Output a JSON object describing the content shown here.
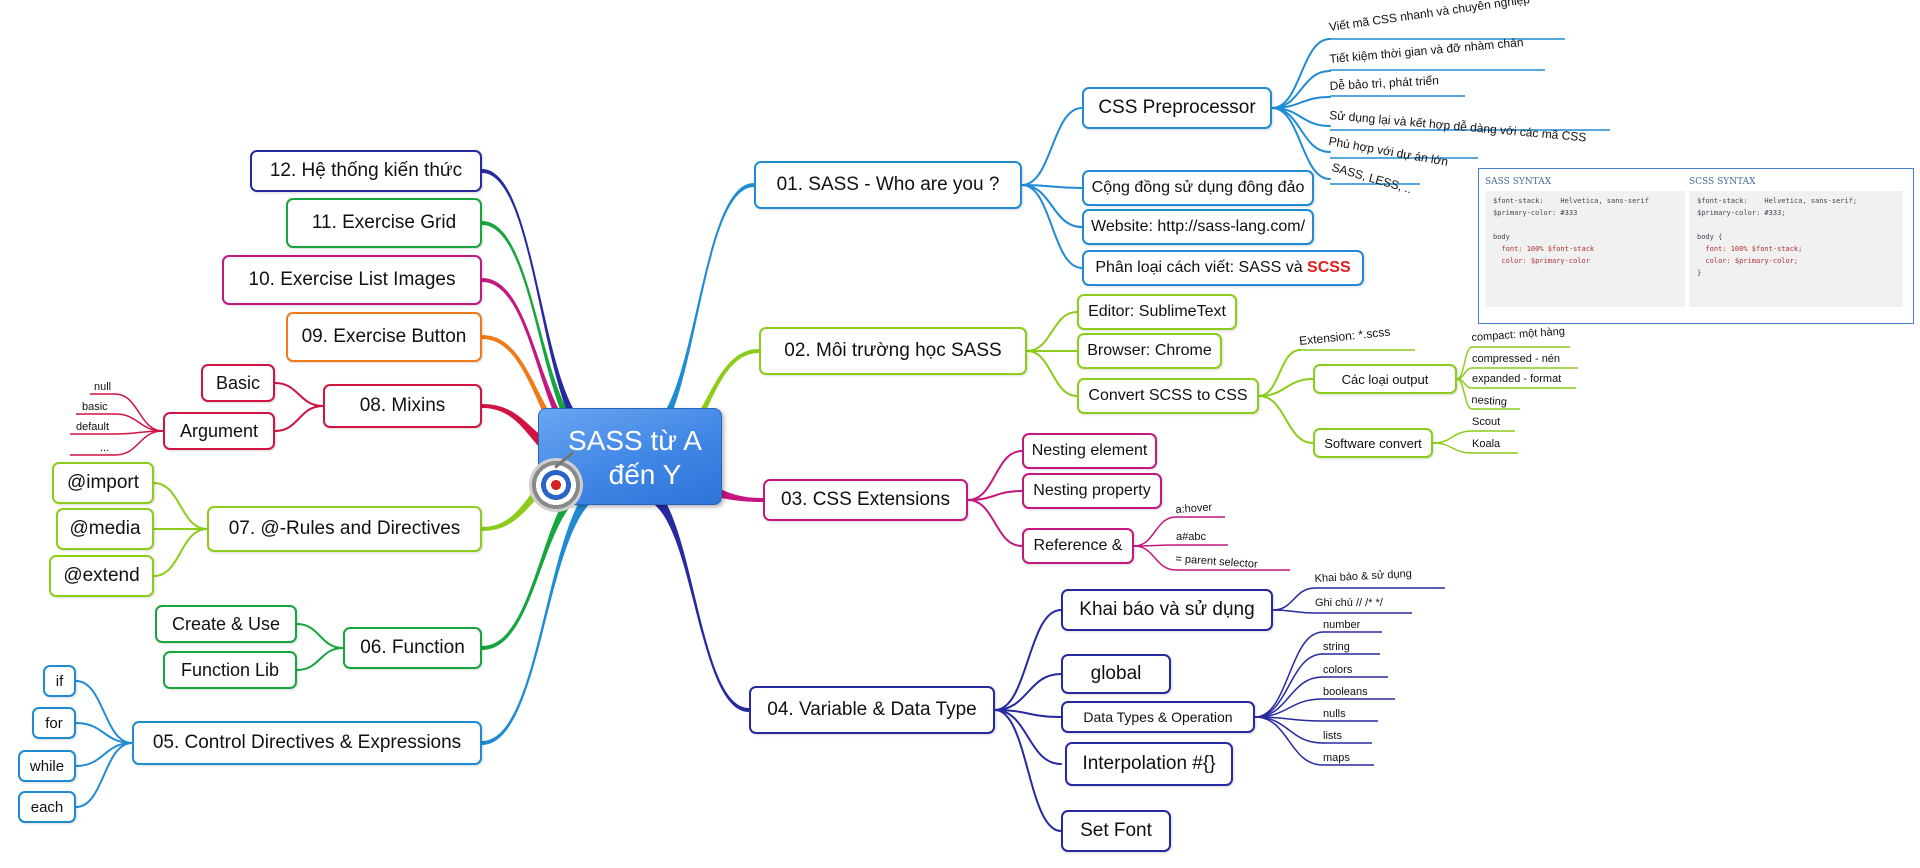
{
  "center": {
    "line1": "SASS từ A",
    "line2": "đến Y",
    "icon": "target-icon"
  },
  "colors": {
    "b01": "#1f8bd2",
    "b02": "#8ccc1a",
    "b03": "#c4177f",
    "b04": "#2629a0",
    "b05": "#1f8bd2",
    "b06": "#17a53d",
    "b07": "#8ccc1a",
    "b08": "#cf1442",
    "b09": "#f07a1a",
    "b10": "#c4177f",
    "b11": "#17a53d",
    "b12": "#2629a0"
  },
  "right": {
    "b01": {
      "label": "01. SASS - Who are you ?",
      "preprocessor": {
        "label": "CSS Preprocessor",
        "items": [
          "Viết mã CSS nhanh và chuyên nghiệp",
          "Tiết kiệm thời gian và đỡ nhàm chán",
          "Dễ bảo trì, phát triển",
          "Sử dụng lại và kết hợp dễ dàng với các mã CSS",
          "Phù hợp với dự án lớn",
          "SASS, LESS, .."
        ]
      },
      "community": "Cộng đồng sử dụng đông đảo",
      "website": "Website: http://sass-lang.com/",
      "syntax_prefix": "Phân loại cách viết: SASS và",
      "syntax_highlight": "SCSS"
    },
    "b02": {
      "label": "02. Môi trường học SASS",
      "editor": "Editor: SublimeText",
      "browser": "Browser: Chrome",
      "convert": {
        "label": "Convert SCSS to CSS",
        "extension": "Extension: *.scss",
        "output": {
          "label": "Các loại output",
          "items": [
            "compact: một hàng",
            "compressed - nén",
            "expanded - format",
            "nesting"
          ]
        },
        "software": {
          "label": "Software convert",
          "items": [
            "Scout",
            "Koala"
          ]
        }
      }
    },
    "b03": {
      "label": "03. CSS Extensions",
      "nesting_element": "Nesting element",
      "nesting_property": "Nesting property",
      "reference": {
        "label": "Reference &",
        "items": [
          "a:hover",
          "a#abc",
          "= parent selector"
        ]
      }
    },
    "b04": {
      "label": "04. Variable & Data Type",
      "declare": {
        "label": "Khai báo và sử dụng",
        "items": [
          "Khai báo & sử dụng",
          "Ghi chú // /* */"
        ]
      },
      "global": "global",
      "types": {
        "label": "Data Types & Operation",
        "items": [
          "number",
          "string",
          "colors",
          "booleans",
          "nulls",
          "lists",
          "maps"
        ]
      },
      "interpolation": "Interpolation #{}",
      "setfont": "Set Font"
    }
  },
  "left": {
    "b12": "12. Hệ thống kiến thức",
    "b11": "11. Exercise Grid",
    "b10": "10. Exercise List Images",
    "b09": "09. Exercise Button",
    "b08": {
      "label": "08. Mixins",
      "basic": "Basic",
      "argument": {
        "label": "Argument",
        "items": [
          "null",
          "basic",
          "default",
          "..."
        ]
      }
    },
    "b07": {
      "label": "07. @-Rules and Directives",
      "items": [
        "@import",
        "@media",
        "@extend"
      ]
    },
    "b06": {
      "label": "06. Function",
      "items": [
        "Create & Use",
        "Function Lib"
      ]
    },
    "b05": {
      "label": "05. Control Directives & Expressions",
      "items": [
        "if",
        "for",
        "while",
        "each"
      ]
    }
  },
  "syntax_image": {
    "sass": {
      "title": "SASS SYNTAX",
      "lines": [
        "$font-stack:    Helvetica, sans-serif",
        "$primary-color: #333",
        "",
        "body",
        "  font: 100% $font-stack",
        "  color: $primary-color"
      ]
    },
    "scss": {
      "title": "SCSS SYNTAX",
      "lines": [
        "$font-stack:    Helvetica, sans-serif;",
        "$primary-color: #333;",
        "",
        "body {",
        "  font: 100% $font-stack;",
        "  color: $primary-color;",
        "}"
      ]
    }
  }
}
